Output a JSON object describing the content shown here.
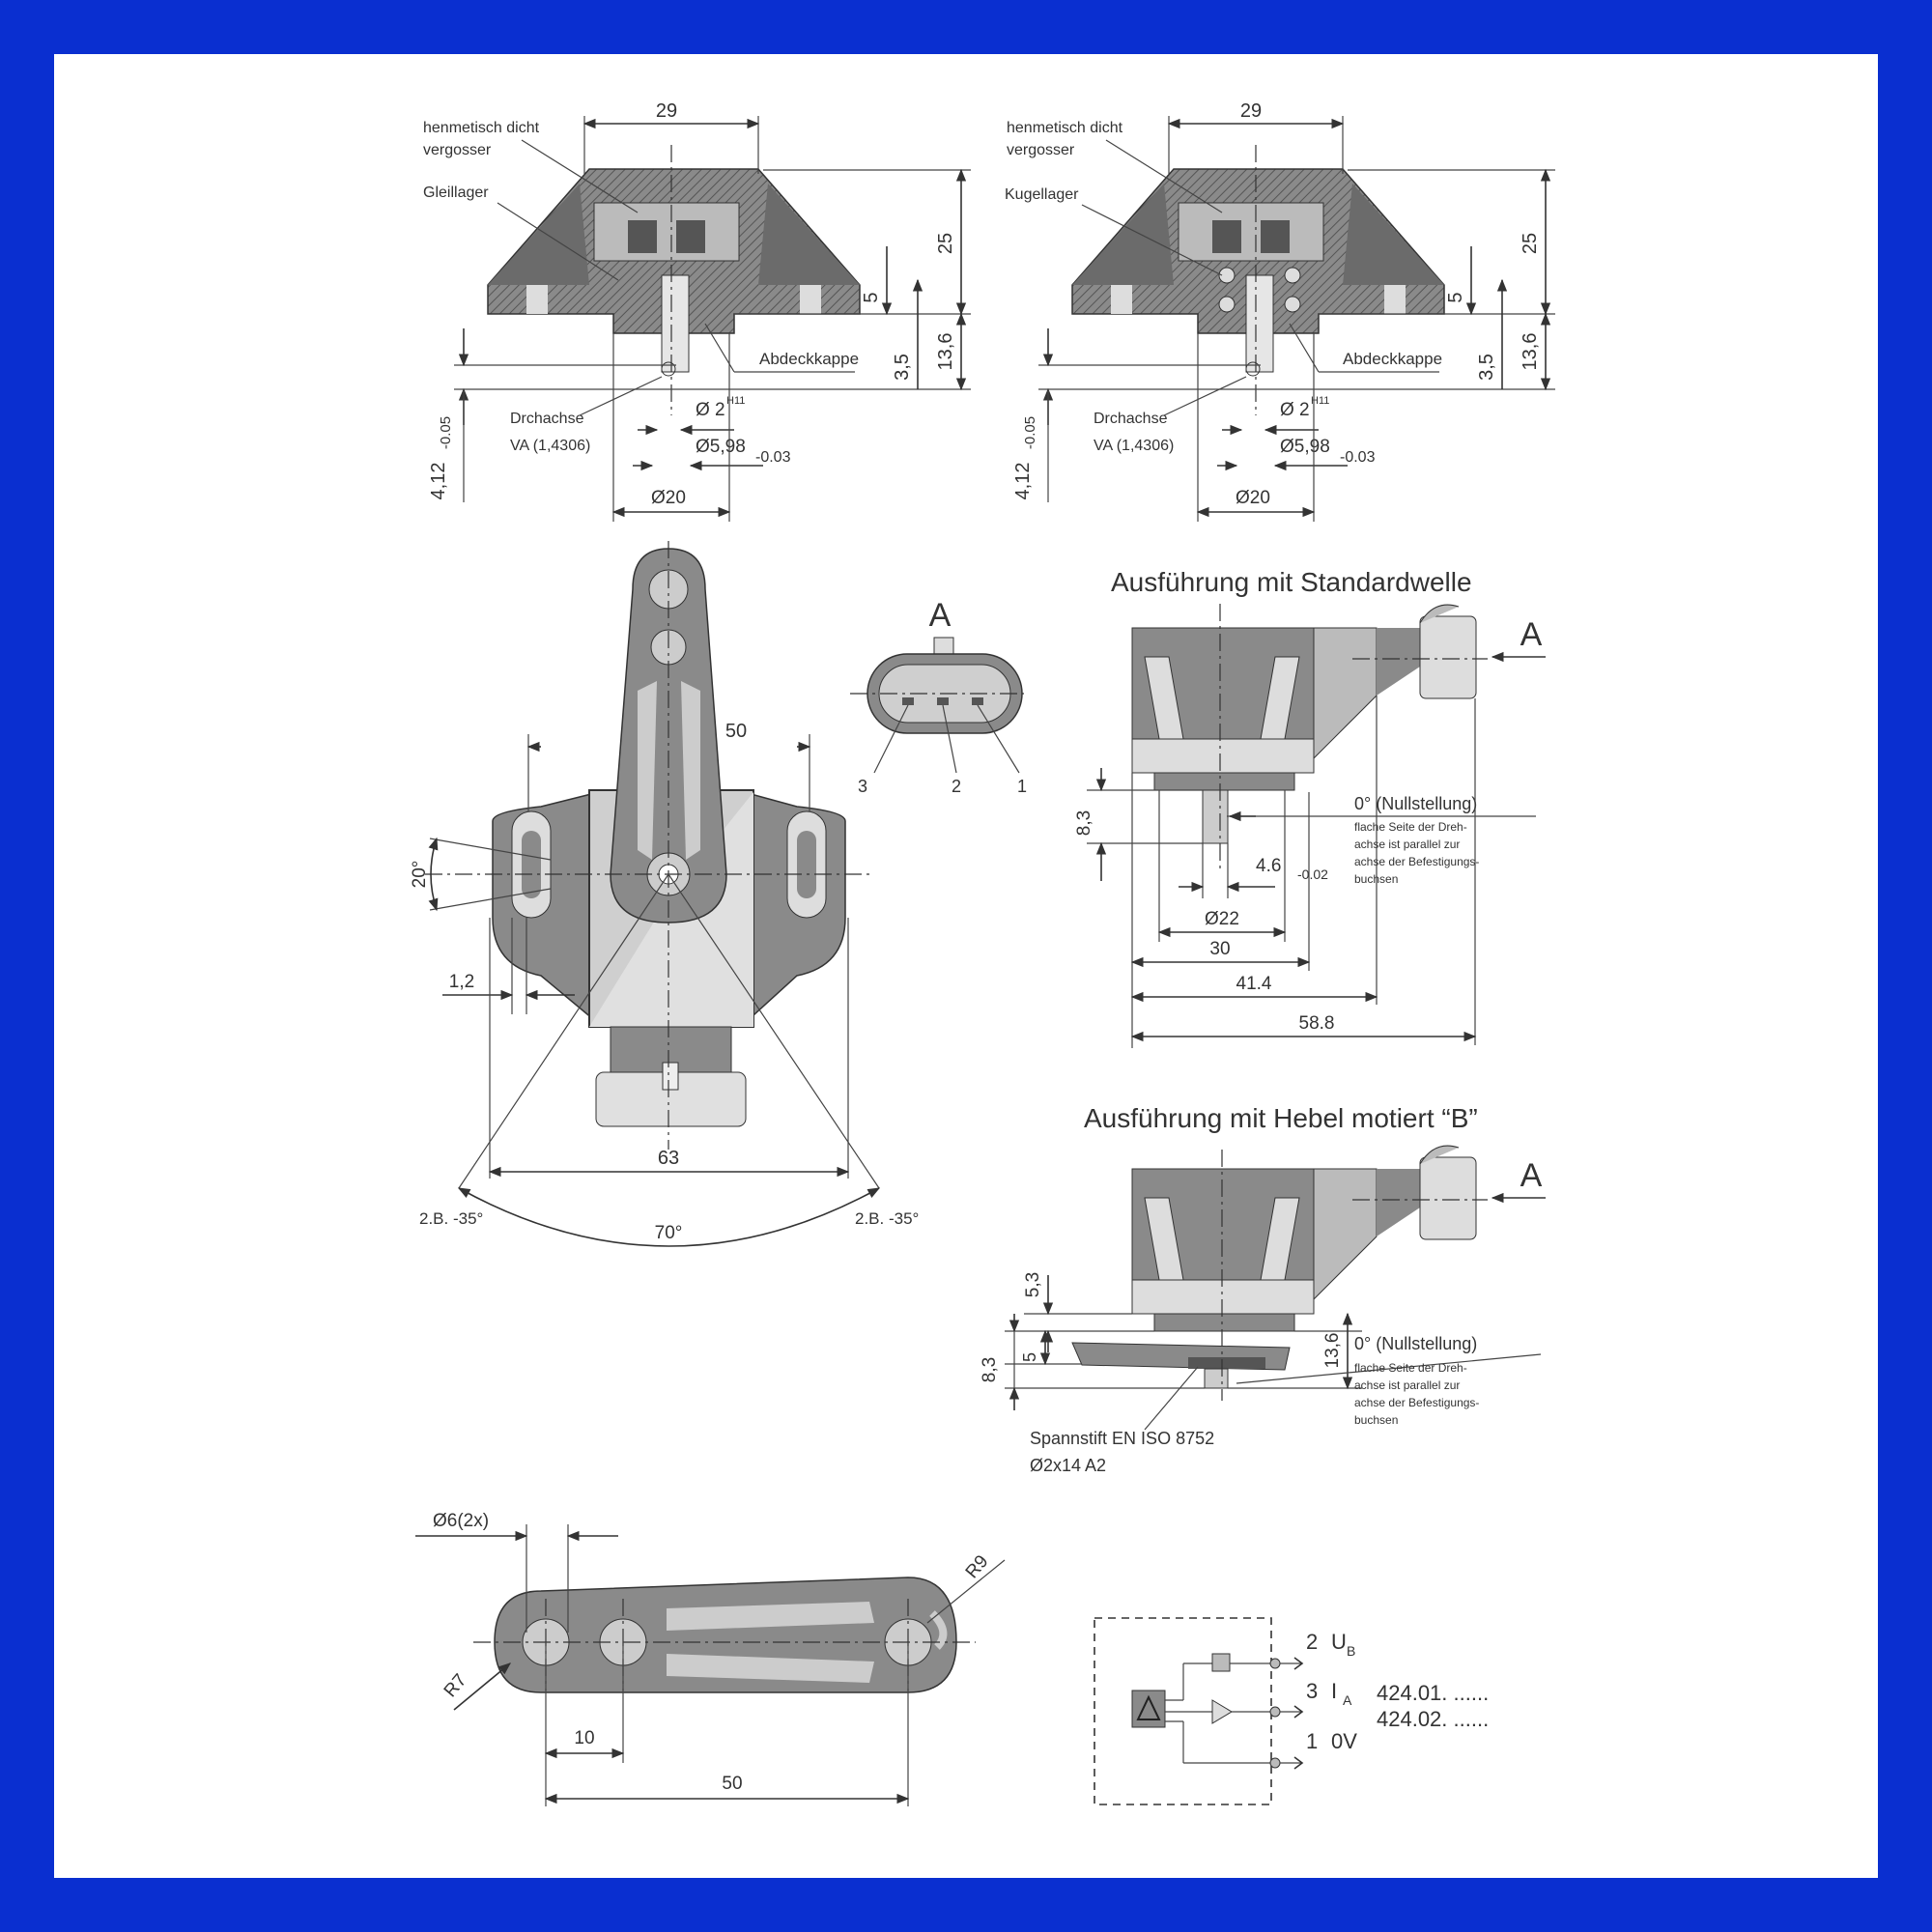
{
  "colors": {
    "border": "#0a2fd0",
    "paper": "#ffffff",
    "dark": "#6b6b6b",
    "mid": "#9a9a9a",
    "light": "#cfcfcf",
    "ink": "#333333"
  },
  "section_top_left": {
    "dim_29": "29",
    "label_sealed_1": "henmetisch dicht",
    "label_sealed_2": "vergosser",
    "label_bearing": "Gleillager",
    "dim_25": "25",
    "dim_5": "5",
    "dim_13_6": "13,6",
    "dim_3_5": "3,5",
    "label_cap": "Abdeckkappe",
    "label_axis_1": "Drchachse",
    "label_axis_2": "VA (1,4306)",
    "dim_d2": "Ø 2",
    "dim_d2_tol": "H11",
    "dim_d598": "Ø5,98",
    "dim_d598_tol": "-0.03",
    "dim_d20": "Ø20",
    "dim_412": "4,12",
    "dim_412_tol": "-0.05"
  },
  "section_top_right": {
    "dim_29": "29",
    "label_sealed_1": "henmetisch dicht",
    "label_sealed_2": "vergosser",
    "label_bearing": "Kugellager",
    "dim_25": "25",
    "dim_5": "5",
    "dim_13_6": "13,6",
    "dim_3_5": "3,5",
    "label_cap": "Abdeckkappe",
    "label_axis_1": "Drchachse",
    "label_axis_2": "VA (1,4306)",
    "dim_d2": "Ø 2",
    "dim_d2_tol": "H11",
    "dim_d598": "Ø5,98",
    "dim_d598_tol": "-0.03",
    "dim_d20": "Ø20",
    "dim_412": "4,12",
    "dim_412_tol": "-0.05"
  },
  "top_view": {
    "dim_50": "50",
    "dim_20deg": "20°",
    "dim_1_2": "1,2",
    "dim_63": "63",
    "angle_left": "2.B. -35°",
    "angle_right": "2.B. -35°",
    "angle_total": "70°"
  },
  "connector": {
    "view_label": "A",
    "pin_3": "3",
    "pin_2": "2",
    "pin_1": "1"
  },
  "standard_shaft": {
    "title": "Ausführung mit Standardwelle",
    "view_arrow": "A",
    "zero_title": "0° (Nullstellung)",
    "zero_note_1": "flache Seite der Dreh-",
    "zero_note_2": "achse ist parallel zur",
    "zero_note_3": "achse der Befestigungs-",
    "zero_note_4": "buchsen",
    "dim_8_3": "8,3",
    "dim_4_6": "4.6",
    "dim_4_6_tol": "-0.02",
    "dim_d22": "Ø22",
    "dim_30": "30",
    "dim_41_4": "41.4",
    "dim_58_8": "58.8"
  },
  "lever_mounted": {
    "title": "Ausführung mit Hebel motiert “B”",
    "view_arrow": "A",
    "dim_5_3": "5,3",
    "dim_8_3": "8,3",
    "dim_5": "5",
    "dim_13_6": "13,6",
    "zero_title": "0° (Nullstellung)",
    "zero_note_1": "flache Seite der Dreh-",
    "zero_note_2": "achse ist parallel zur",
    "zero_note_3": "achse der Befestigungs-",
    "zero_note_4": "buchsen",
    "pin_label_1": "Spannstift EN ISO 8752",
    "pin_label_2": "Ø2x14 A2"
  },
  "lever": {
    "dim_d6": "Ø6(2x)",
    "dim_r9": "R9",
    "dim_r7": "R7",
    "dim_10": "10",
    "dim_50": "50"
  },
  "schematic": {
    "pin_2_num": "2",
    "pin_2_sig": "U",
    "pin_2_sub": "B",
    "pin_3_num": "3",
    "pin_3_sig": "I",
    "pin_3_sub": "A",
    "pin_1_num": "1",
    "pin_1_sig": "0V",
    "part_1": "424.01. ......",
    "part_2": "424.02. ......"
  }
}
